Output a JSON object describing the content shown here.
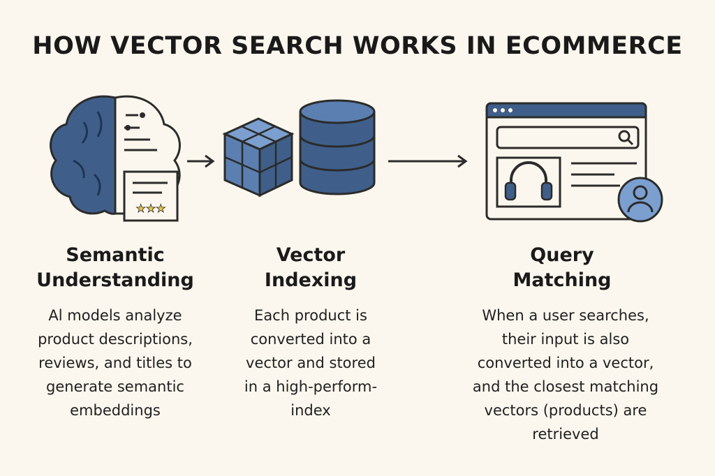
{
  "title": "HOW VECTOR SEARCH WORKS IN ECOMMERCE",
  "colors": {
    "background": "#fbf7ee",
    "outline": "#2b2b2b",
    "blue_dark": "#3f5f8a",
    "blue_mid": "#5b7fb1",
    "blue_light": "#7b9fcf",
    "star": "#e9c84a"
  },
  "steps": [
    {
      "icon": "brain-document-icon",
      "title_lines": [
        "Semantic",
        "Understanding"
      ],
      "desc_lines": [
        "Al models analyze",
        "product descriptions,",
        "reviews, and titles to",
        "generate semantic",
        "embeddings"
      ]
    },
    {
      "icon": "cube-database-icon",
      "title_lines": [
        "Vector",
        "Indexing"
      ],
      "desc_lines": [
        "Each product is",
        "converted into a",
        "vector and stored",
        "in a high-perform-",
        "index"
      ]
    },
    {
      "icon": "search-browser-icon",
      "title_lines": [
        "Query",
        "Matching"
      ],
      "desc_lines": [
        "When a user searches,",
        "their input is also",
        "converted into a vector,",
        "and the closest matching",
        "vectors (products) are",
        "retrieved"
      ]
    }
  ]
}
